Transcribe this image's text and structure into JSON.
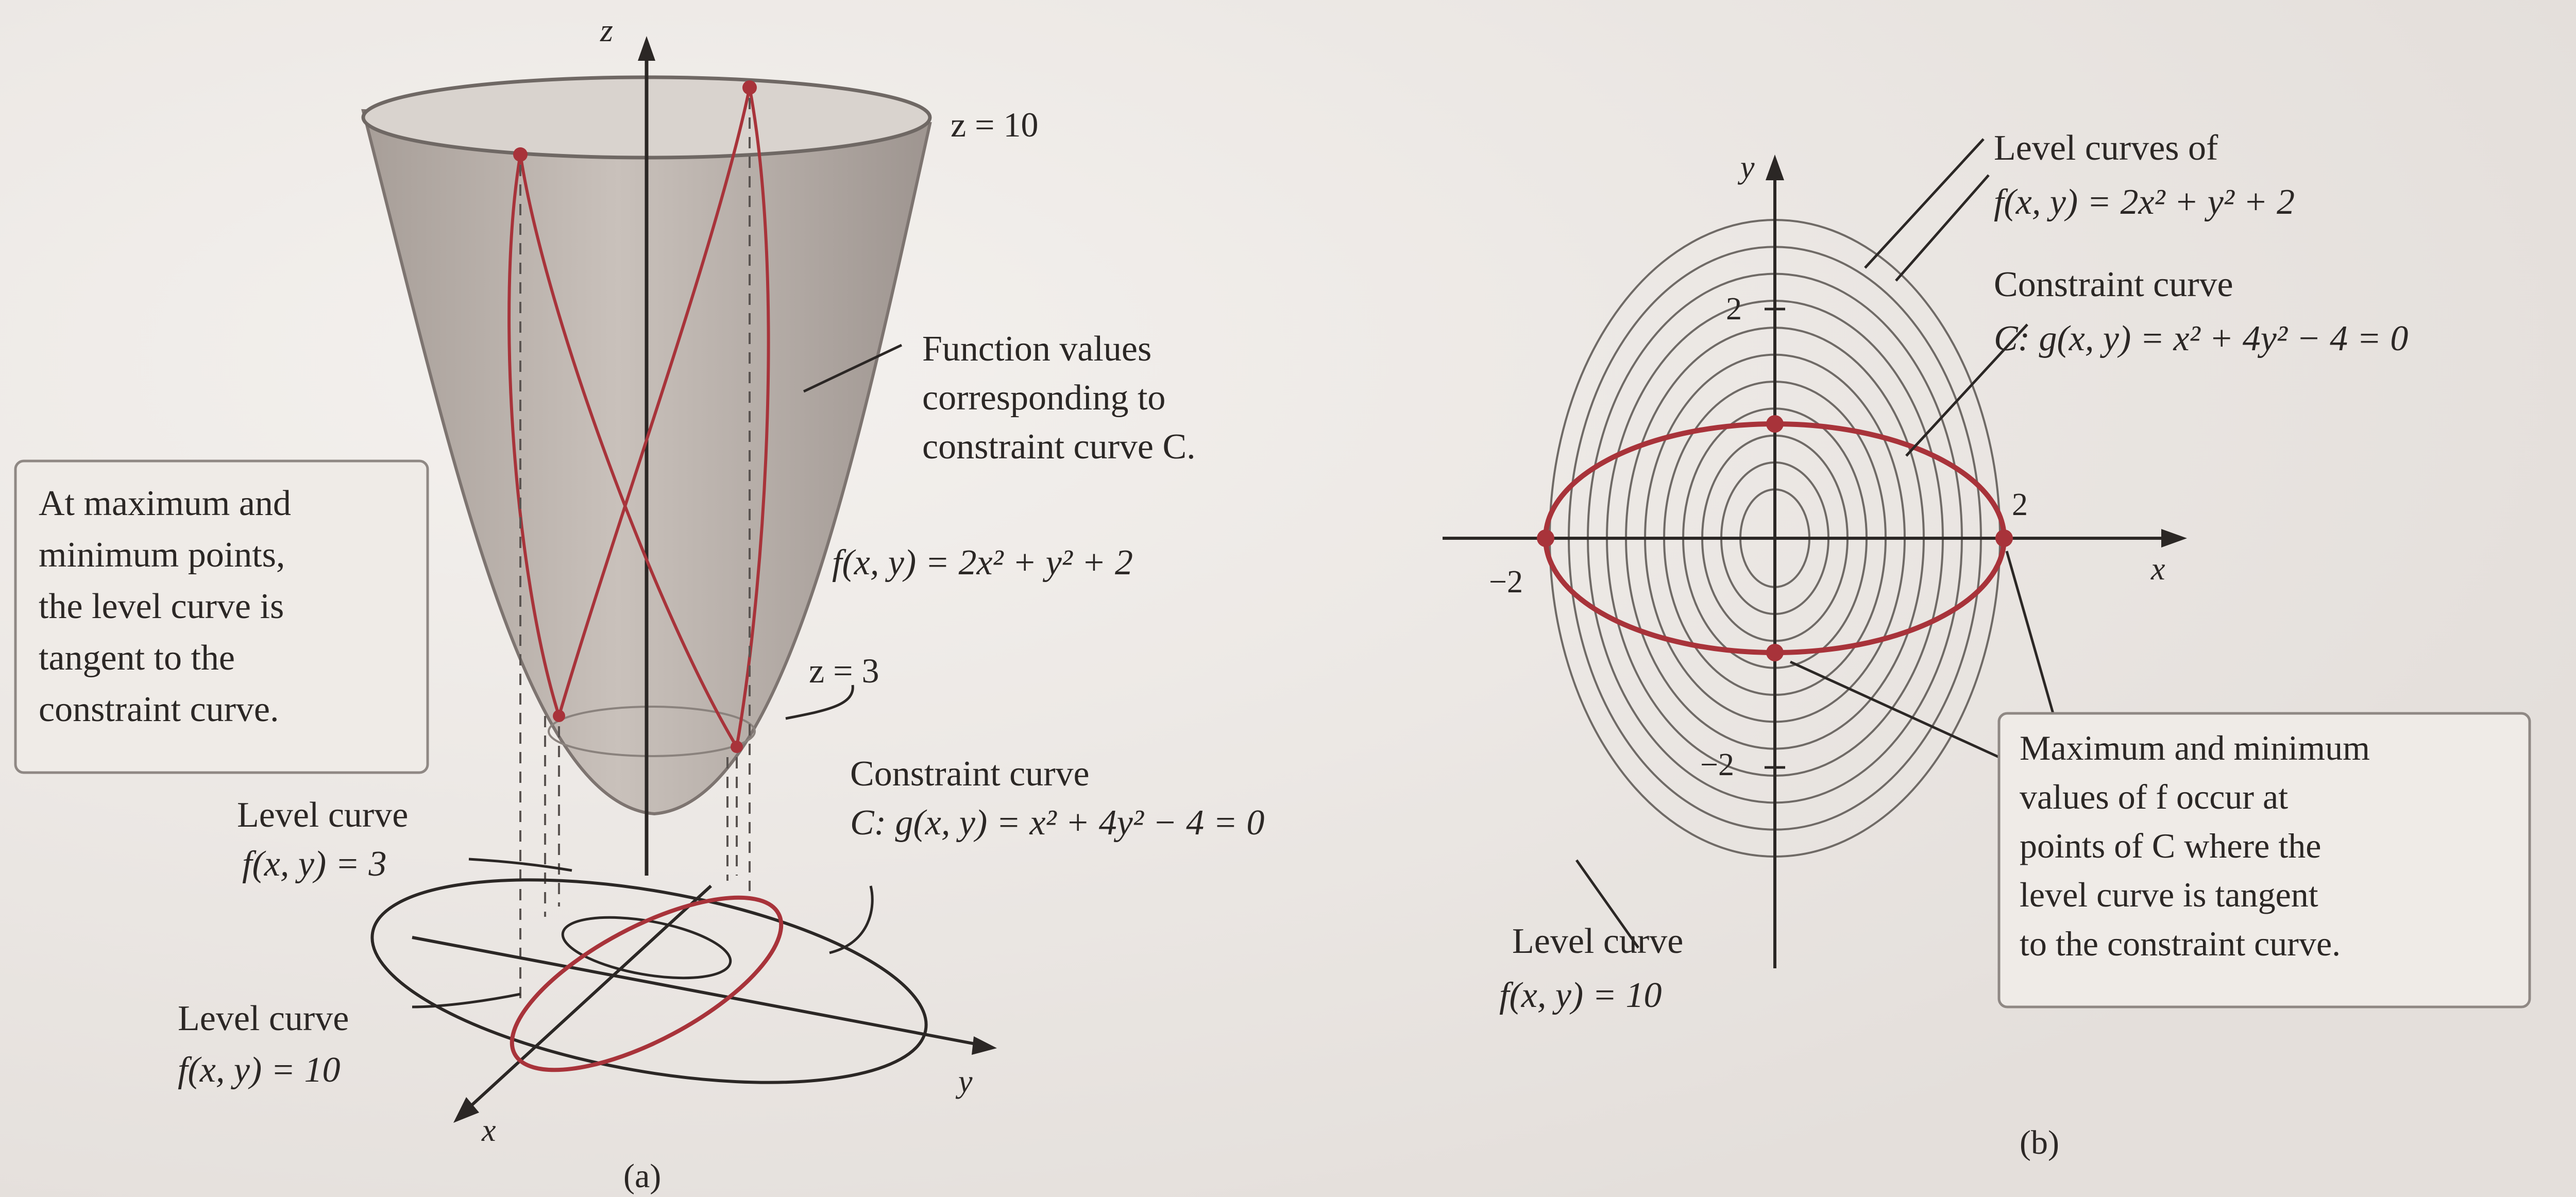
{
  "panel_a": {
    "caption": "(a)",
    "z_axis": "z",
    "x_axis": "x",
    "y_axis": "y",
    "z_top_label": "z = 10",
    "z_bottom_label": "z = 3",
    "function_values_note": [
      "Function values",
      "corresponding to",
      "constraint curve C."
    ],
    "function_label": "f(x, y) = 2x² + y² + 2",
    "constraint_label": [
      "Constraint curve",
      "C: g(x, y) = x² + 4y² − 4 = 0"
    ],
    "level_curve_3": [
      "Level curve",
      "f(x, y) = 3"
    ],
    "level_curve_10": [
      "Level curve",
      "f(x, y) = 10"
    ],
    "callout": [
      "At maximum and",
      "minimum points,",
      "the level curve is",
      "tangent to the",
      "constraint curve."
    ]
  },
  "panel_b": {
    "caption": "(b)",
    "x_axis": "x",
    "y_axis": "y",
    "tick_neg2_x": "−2",
    "tick_2_x": "2",
    "tick_2_y": "2",
    "tick_neg2_y": "−2",
    "level_curves_label": [
      "Level curves of",
      "f(x, y) = 2x² + y² + 2"
    ],
    "constraint_label": [
      "Constraint curve",
      "C: g(x, y) = x² + 4y² − 4 = 0"
    ],
    "level_curve_10": [
      "Level curve",
      "f(x, y) = 10"
    ],
    "callout": [
      "Maximum and minimum",
      "values of f occur at",
      "points of C where the",
      "level curve is tangent",
      "to the constraint curve."
    ]
  },
  "colors": {
    "background": "#ebe7e3",
    "surface": "#b6ada7",
    "curve_red": "#a8333a",
    "ink": "#2b2725",
    "contour": "#6f6a66"
  }
}
